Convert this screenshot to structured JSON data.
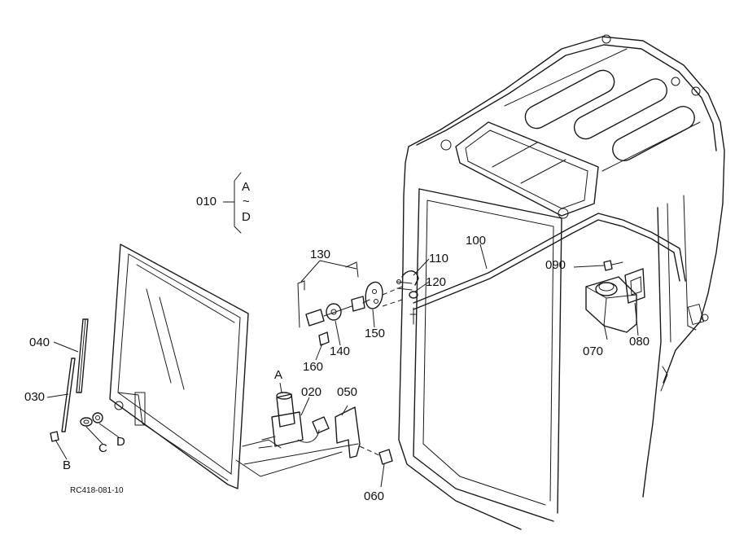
{
  "callouts": {
    "p010": "010",
    "p020": "020",
    "p030": "030",
    "p040": "040",
    "p050": "050",
    "p060": "060",
    "p070": "070",
    "p080": "080",
    "p090": "090",
    "p100": "100",
    "p110": "110",
    "p120": "120",
    "p130": "130",
    "p140": "140",
    "p150": "150",
    "p160": "160"
  },
  "kit_range": {
    "from": "A",
    "tilde": "~",
    "to": "D"
  },
  "letters": {
    "A": "A",
    "B": "B",
    "C": "C",
    "D": "D"
  },
  "drawing_code": "RC418-081-10"
}
